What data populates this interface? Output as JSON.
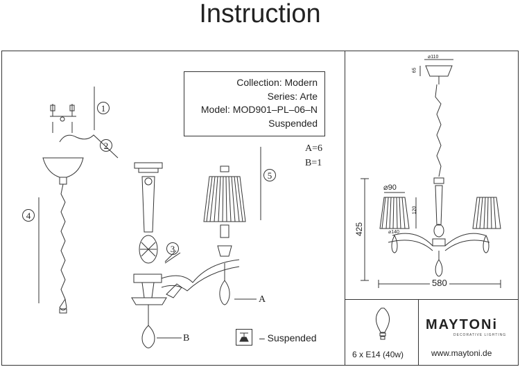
{
  "title": "Instruction",
  "info": {
    "collection": "Collection: Modern",
    "series": "Series: Arte",
    "model": "Model: MOD901–PL–06–N",
    "type": "Suspended"
  },
  "counts": {
    "a": "A=6",
    "b": "B=1"
  },
  "steps": [
    "1",
    "2",
    "3",
    "4",
    "5"
  ],
  "part_labels": {
    "a": "A",
    "b": "B"
  },
  "legend": {
    "suspended": "– Suspended"
  },
  "dimensions": {
    "canopy_dia": "⌀110",
    "canopy_h": "65",
    "total_h": "425",
    "shade_dia": "⌀90",
    "shade_bottom": "⌀140",
    "shade_h": "120",
    "width": "580"
  },
  "footer": {
    "bulb": "6 x E14 (40w)",
    "brand": "MAYTONi",
    "brand_sub": "DECORATIVE LIGHTING",
    "url": "www.maytoni.de"
  }
}
